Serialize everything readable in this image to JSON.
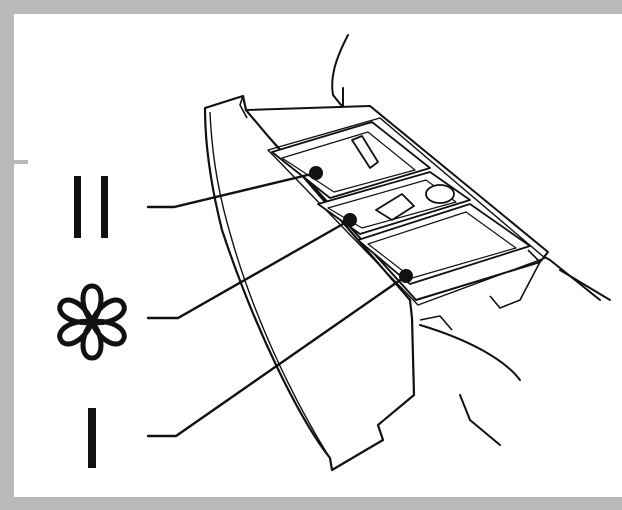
{
  "diagram": {
    "compartments": [
      {
        "symbol": "II",
        "icon": "main-wash-icon"
      },
      {
        "symbol": "flower",
        "icon": "softener-icon"
      },
      {
        "symbol": "I",
        "icon": "prewash-icon"
      }
    ]
  },
  "colors": {
    "frame": "#b9b9b9",
    "ink": "#111111",
    "paper": "#ffffff"
  }
}
